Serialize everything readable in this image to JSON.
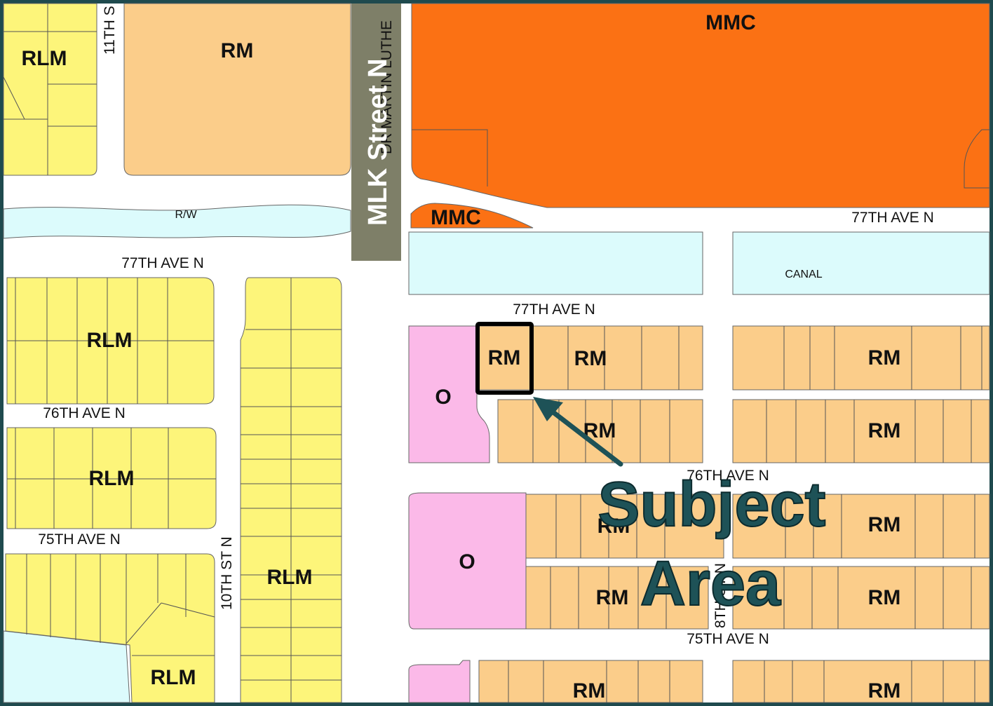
{
  "colors": {
    "frame": "#1f4a4e",
    "rlm": "#fdf57a",
    "rm": "#fbcd8a",
    "mmc": "#fb7114",
    "office": "#fbb9e8",
    "water": "#dcfbfc",
    "road": "#ffffff",
    "mlk_bar": "#7e7f68",
    "subject_text": "#1e5257",
    "arrow": "#1e5257"
  },
  "zones": {
    "rlm_top_left": "RLM",
    "rm_top": "RM",
    "mmc_top": "MMC",
    "mmc_small": "MMC",
    "rlm_block_a": "RLM",
    "rlm_block_b": "RLM",
    "rlm_col": "RLM",
    "rlm_bottom": "RLM",
    "rm_subject": "RM",
    "rm_r1a": "RM",
    "rm_r1b": "RM",
    "o_upper": "O",
    "rm_r2a": "RM",
    "rm_r2b": "RM",
    "rm_r3a": "RM",
    "rm_r3b": "RM",
    "o_lower": "O",
    "rm_r4a": "RM",
    "rm_r4b": "RM",
    "rm_r5a": "RM",
    "rm_r5b": "RM"
  },
  "streets": {
    "eleventh_st": "11TH S",
    "mlk_underlay": "DR MARTIN LUTHE",
    "mlk": "MLK Street N",
    "rw": "R/W",
    "ave77_left": "77TH AVE N",
    "ave77_right": "77TH AVE N",
    "ave77_mid": "77TH AVE N",
    "canal": "CANAL",
    "ave76_left": "76TH AVE N",
    "ave76_right": "76TH AVE N",
    "ave75_left": "75TH AVE N",
    "ave75_right": "75TH AVE N",
    "tenth_st": "10TH ST N",
    "eighth_st": "8TH ST N"
  },
  "subject": {
    "line1": "Subject",
    "line2": "Area"
  }
}
